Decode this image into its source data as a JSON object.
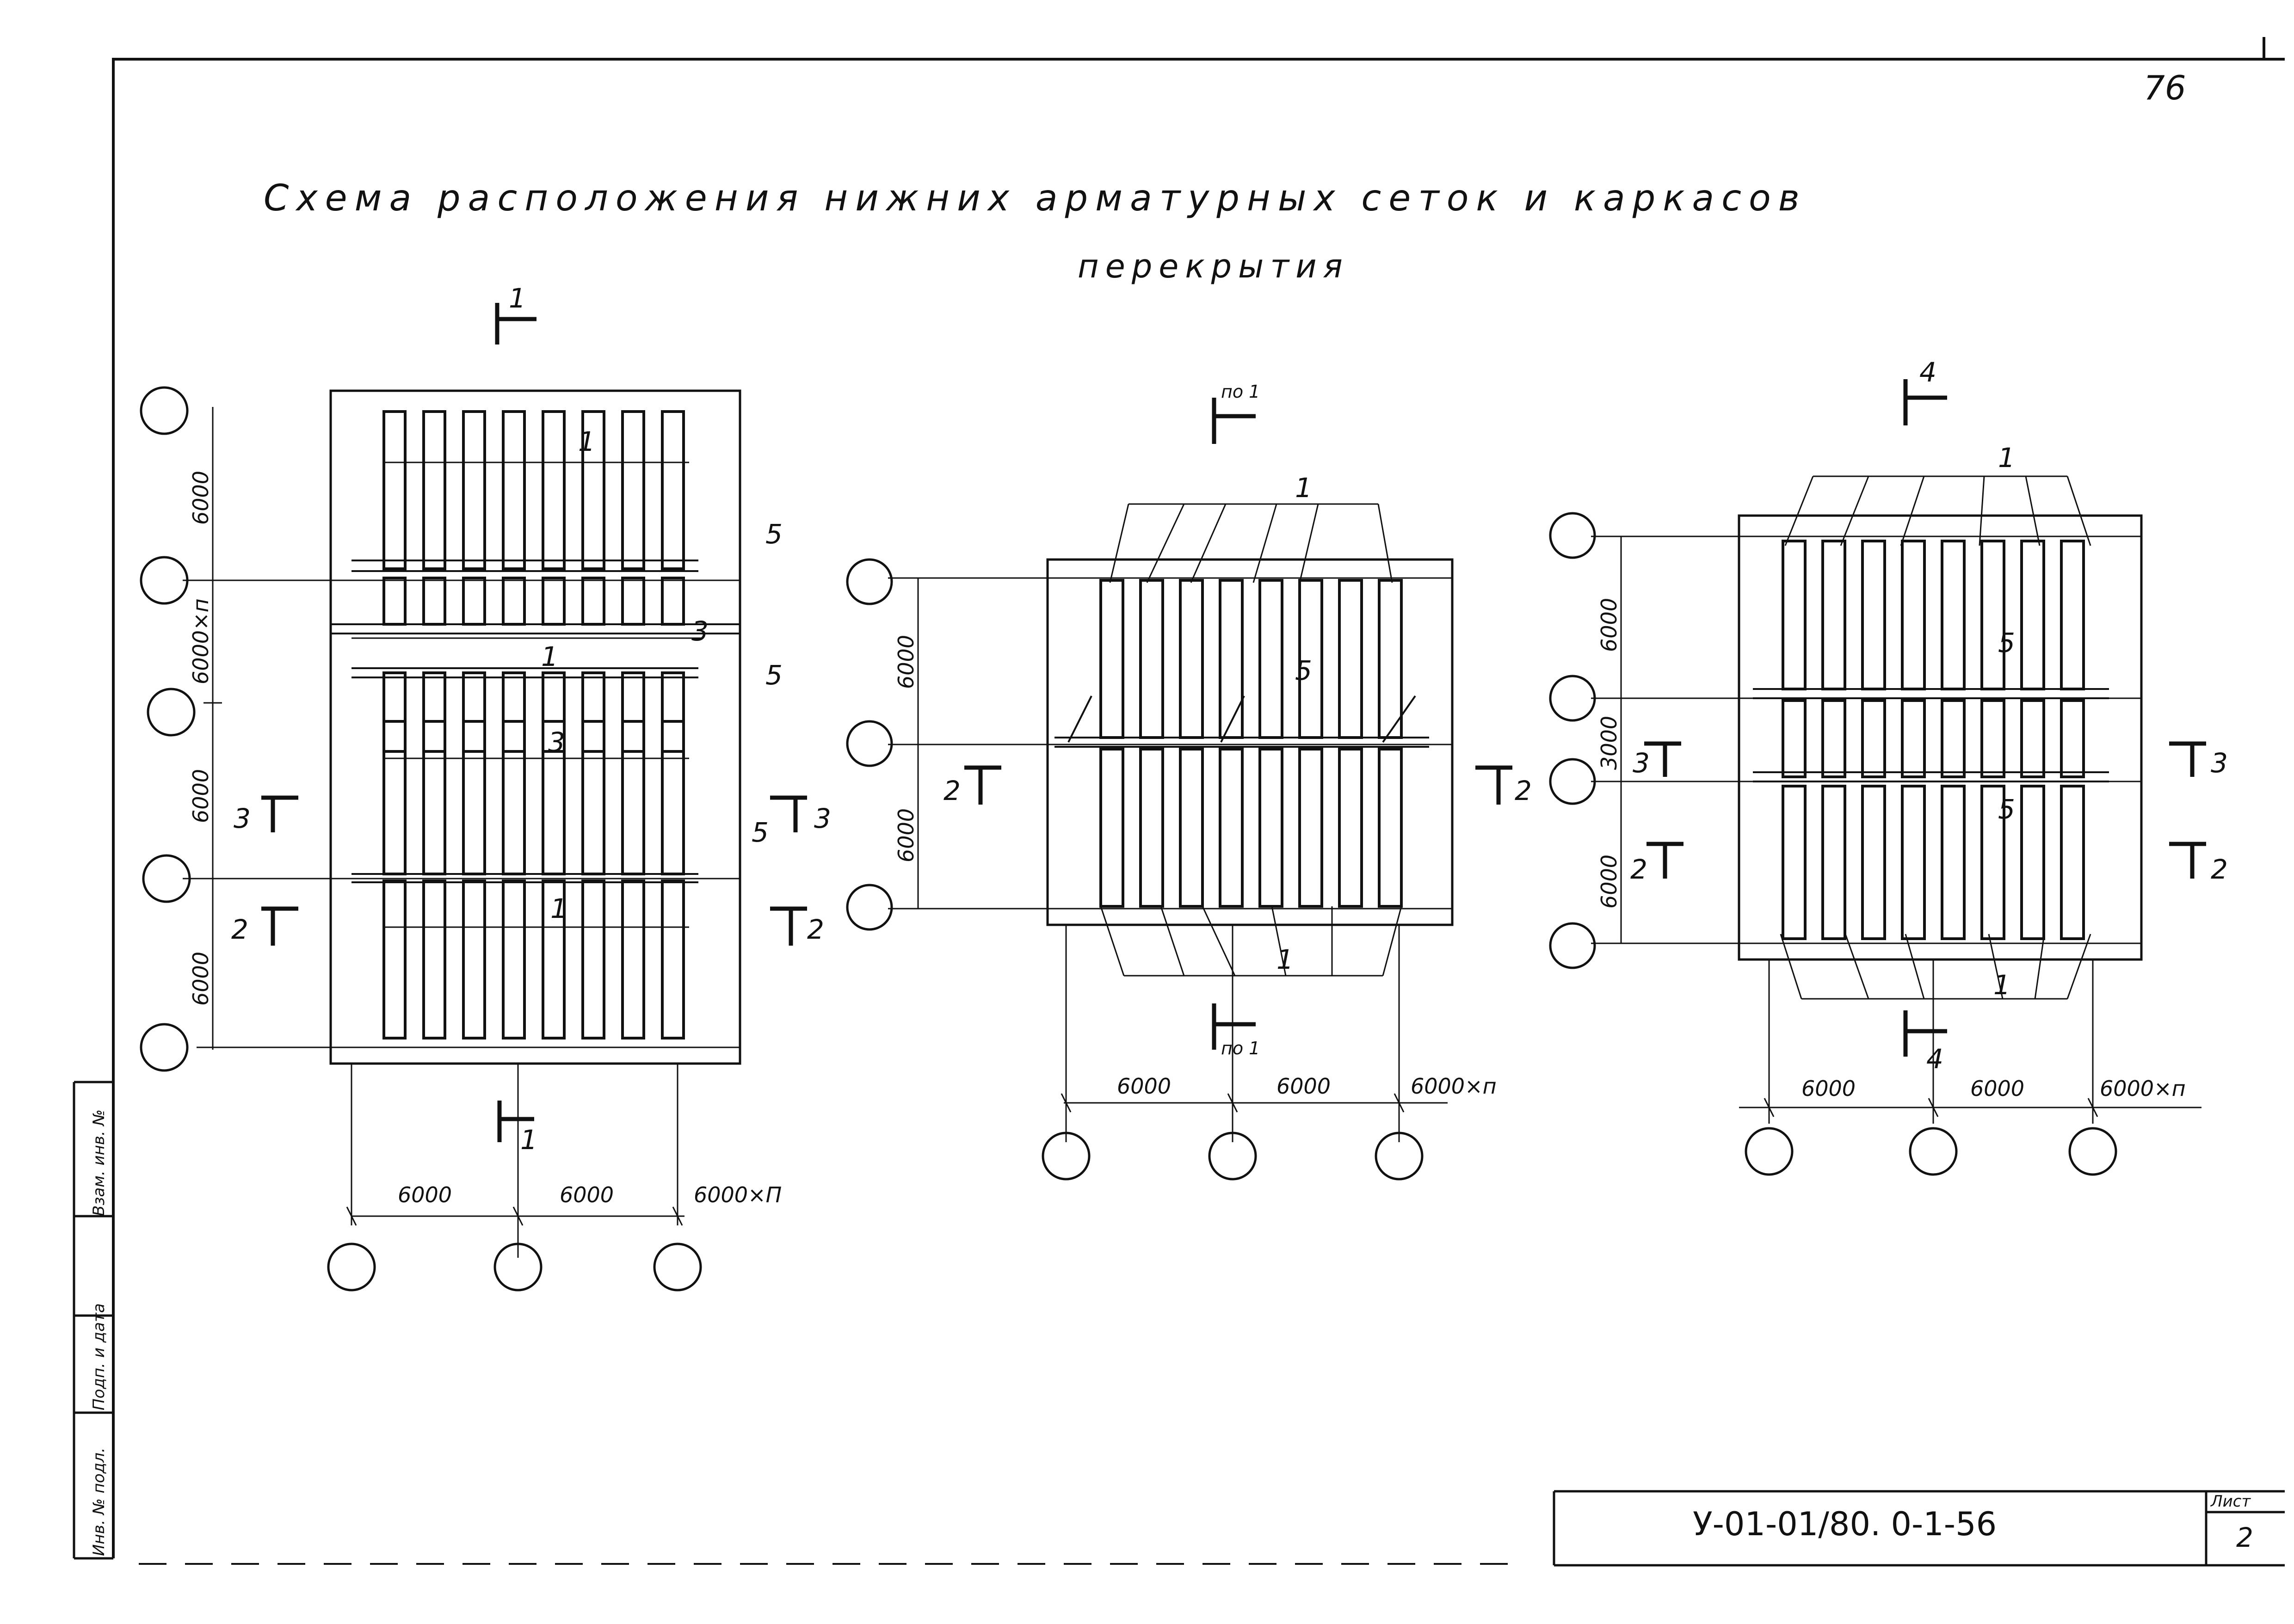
{
  "sheet": {
    "page_number": "76",
    "title_line1": "Схема расположения нижних арматурных сеток и каркасов",
    "title_line2": "перекрытия",
    "doc_code": "У-01-01/80. 0-1-56",
    "sheet_label": "Лист",
    "sheet_number": "2",
    "margin_stamp_1": "Взам. инв. №",
    "margin_stamp_2": "Подп. и дата",
    "margin_stamp_3": "Инв. № подл."
  },
  "plan_a": {
    "section_top": "1",
    "section_bottom": "1",
    "dims_vertical": [
      "6000",
      "6000×п",
      "6000",
      "6000"
    ],
    "dims_horizontal": [
      "6000",
      "6000",
      "6000×П"
    ],
    "labels": {
      "mesh_1a": "1",
      "mesh_1b": "1",
      "mesh_1c": "1",
      "frame_3a": "3",
      "frame_3b": "3",
      "frame_5a": "5",
      "frame_5b": "5",
      "frame_5c": "5",
      "sect_3_left": "3",
      "sect_3_right": "3",
      "sect_2_left": "2",
      "sect_2_right": "2"
    }
  },
  "plan_b": {
    "section_top": "по 1",
    "section_bottom": "по 1",
    "dims_vertical": [
      "6000",
      "6000"
    ],
    "dims_horizontal": [
      "6000",
      "6000",
      "6000×п"
    ],
    "labels": {
      "mesh_1_top": "1",
      "mesh_1_bottom": "1",
      "frame_5": "5",
      "sect_2_left": "2",
      "sect_2_right": "2"
    }
  },
  "plan_c": {
    "section_top": "4",
    "section_bottom": "4",
    "dims_vertical": [
      "6000",
      "3000",
      "6000"
    ],
    "dims_horizontal": [
      "6000",
      "6000",
      "6000×п"
    ],
    "labels": {
      "mesh_1_top": "1",
      "mesh_1_bottom": "1",
      "frame_5a": "5",
      "frame_5b": "5",
      "sect_3_left": "3",
      "sect_3_right": "3",
      "sect_2_left": "2",
      "sect_2_right": "2"
    }
  }
}
